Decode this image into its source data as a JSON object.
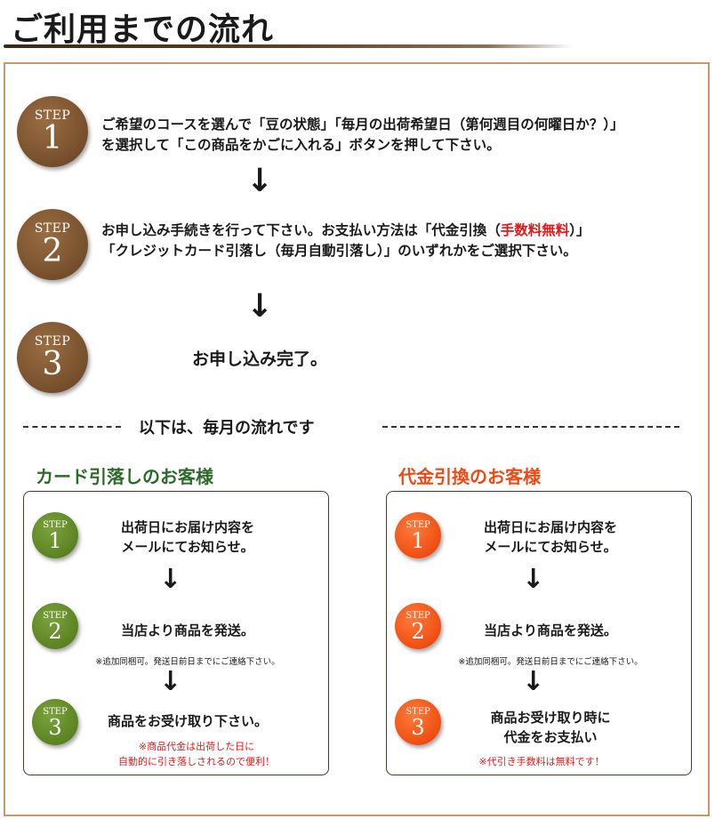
{
  "title": "ご利用までの流れ",
  "steps_main": [
    {
      "label": "STEP",
      "num": "1",
      "lines": [
        "ご希望のコースを選んで「豆の状態」「毎月の出荷希望日（第何週目の何曜日か？）」",
        "を選択して「この商品をかごに入れる」ボタンを押して下さい。"
      ]
    },
    {
      "label": "STEP",
      "num": "2",
      "line1_pre": "お申し込み手続きを行って下さい。お支払い方法は「代金引換（",
      "line1_red": "手数料無料",
      "line1_post": "）」",
      "line2": "「クレジットカード引落し（毎月自動引落し）」のいずれかをご選択下さい。"
    },
    {
      "label": "STEP",
      "num": "3",
      "text": "お申し込み完了。"
    }
  ],
  "arrow": "↓",
  "divider": "以下は、毎月の流れです",
  "card": {
    "title": "カード引落しのお客様",
    "steps": [
      {
        "label": "STEP",
        "num": "1",
        "lines": [
          "出荷日にお届け内容を",
          "メールにてお知らせ。"
        ]
      },
      {
        "label": "STEP",
        "num": "2",
        "lines": [
          "当店より商品を発送。"
        ],
        "note": "※追加同梱可。発送日前日までにご連絡下さい。"
      },
      {
        "label": "STEP",
        "num": "3",
        "lines": [
          "商品をお受け取り下さい。"
        ],
        "red_lines": [
          "※商品代金は出荷した日に",
          "自動的に引き落しされるので便利！"
        ]
      }
    ]
  },
  "cod": {
    "title": "代金引換のお客様",
    "steps": [
      {
        "label": "STEP",
        "num": "1",
        "lines": [
          "出荷日にお届け内容を",
          "メールにてお知らせ。"
        ]
      },
      {
        "label": "STEP",
        "num": "2",
        "lines": [
          "当店より商品を発送。"
        ],
        "note": "※追加同梱可。発送日前日までにご連絡下さい。"
      },
      {
        "label": "STEP",
        "num": "3",
        "lines": [
          "商品お受け取り時に",
          "代金をお支払い"
        ],
        "red_lines": [
          "※代引き手数料は無料です！"
        ]
      }
    ]
  },
  "colors": {
    "brown": "#754f2c",
    "frame": "#c8976a",
    "green": "#5b8322",
    "orange": "#ee4f12",
    "green_title": "#2e6a2a",
    "orange_title": "#ee4a14",
    "red_text": "#e01a1a"
  }
}
